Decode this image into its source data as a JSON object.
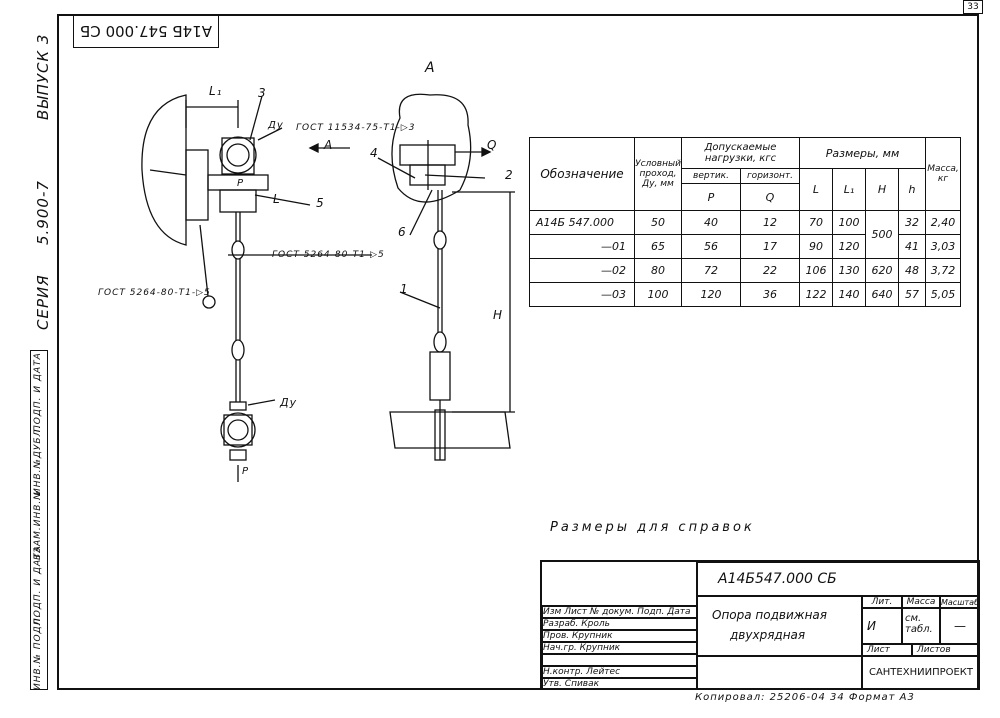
{
  "page_number": "33",
  "top_code_rotated": "А14Б 547.000 СБ",
  "series_label": "СЕРИЯ",
  "series_value": "5.900-7",
  "issue_label": "ВЫПУСК 3",
  "side_strip": [
    "ИНВ.№ ПОДЛ.",
    "ПОДП. И ДАТА",
    "ВЗАМ.ИНВ.№",
    "ИНВ.№ДУБЛ.",
    "ПОДП. И ДАТА"
  ],
  "view_label": "А",
  "dimension_notes": {
    "gost1": "ГОСТ 11534-75-Т1-▷3",
    "gost2": "ГОСТ 5264-80-Т1-▷5",
    "gost3": "ГОСТ 5264-80-Т1-▷5",
    "du": "Ду",
    "du2": "Ду",
    "arrow_a": "А",
    "q": "Q",
    "p": "P",
    "p2": "P",
    "l": "L",
    "l1": "L₁",
    "h": "Н",
    "callouts": [
      "1",
      "2",
      "3",
      "4",
      "5",
      "6"
    ]
  },
  "table": {
    "col_designation": "Обозначение",
    "col_pass": "Условный проход, Ду, мм",
    "col_loads": "Допускаемые нагрузки, кгс",
    "col_vert": "вертик.",
    "col_horiz": "горизонт.",
    "col_p": "P",
    "col_q": "Q",
    "col_dims": "Размеры, мм",
    "col_l": "L",
    "col_l1": "L₁",
    "col_h": "H",
    "col_hh": "h",
    "col_mass": "Масса, кг",
    "rows": [
      {
        "des": "А14Б 547.000",
        "du": "50",
        "p": "40",
        "q": "12",
        "l": "70",
        "l1": "100",
        "h": "500",
        "hh": "32",
        "m": "2,40"
      },
      {
        "des": "—01",
        "du": "65",
        "p": "56",
        "q": "17",
        "l": "90",
        "l1": "120",
        "h": "",
        "hh": "41",
        "m": "3,03"
      },
      {
        "des": "—02",
        "du": "80",
        "p": "72",
        "q": "22",
        "l": "106",
        "l1": "130",
        "h": "620",
        "hh": "48",
        "m": "3,72"
      },
      {
        "des": "—03",
        "du": "100",
        "p": "120",
        "q": "36",
        "l": "122",
        "l1": "140",
        "h": "640",
        "hh": "57",
        "m": "5,05"
      }
    ]
  },
  "note": "Размеры для справок",
  "title_block": {
    "doc_code": "А14Б547.000 СБ",
    "title_line1": "Опора подвижная",
    "title_line2": "двухрядная",
    "lit": "Лит.",
    "massa": "Масса",
    "masshtab": "Масштаб",
    "lit_value": "И",
    "mass_value": "см. табл.",
    "scale_value": "—",
    "sheet": "Лист",
    "sheets": "Листов",
    "org": "САНТЕХНИИПРОЕКТ",
    "head": [
      "Изм",
      "Лист",
      "№ докум.",
      "Подп.",
      "Дата"
    ],
    "roles": [
      {
        "role": "Разраб.",
        "name": "Кроль"
      },
      {
        "role": "Пров.",
        "name": "Крупник"
      },
      {
        "role": "Нач.гр.",
        "name": "Крупник"
      },
      {
        "role": "",
        "name": ""
      },
      {
        "role": "Н.контр.",
        "name": "Лейтес"
      },
      {
        "role": "Утв.",
        "name": "Спивак"
      }
    ]
  },
  "copy_line": "Копировал: 25206-04 34 Формат А3"
}
